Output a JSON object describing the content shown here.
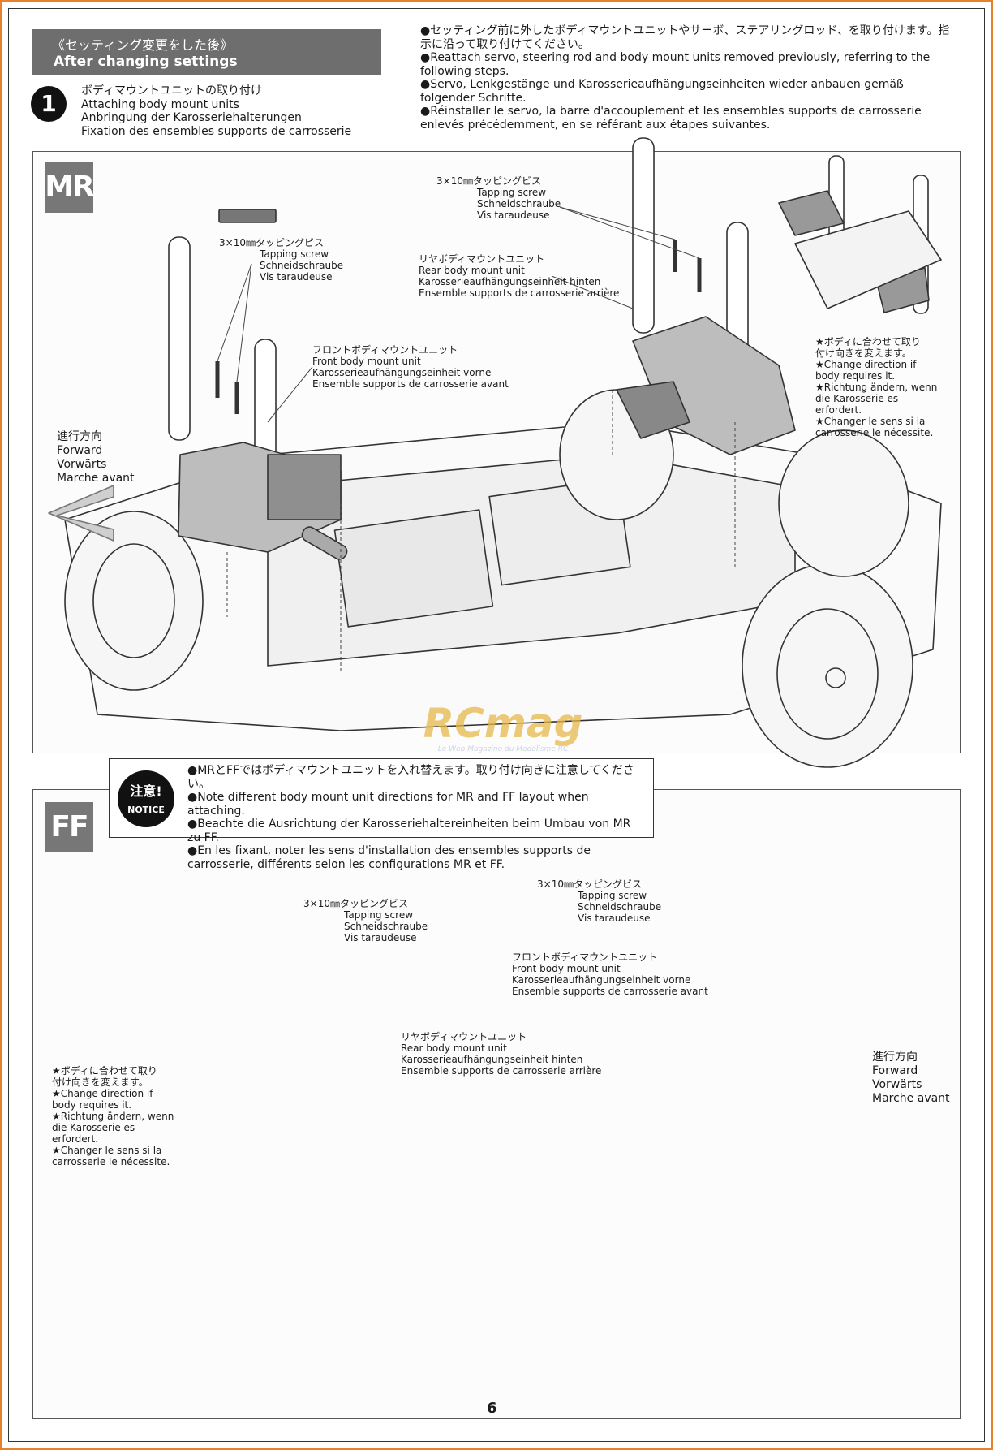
{
  "header": {
    "title_jp": "《セッティング変更をした後》",
    "title_en": "After changing settings"
  },
  "top_note": [
    "●セッティング前に外したボディマウントユニットやサーボ、ステアリングロッド、を取り付けます。指示に沿って取り付けてください。",
    "●Reattach servo, steering rod and body mount units removed previously, referring to the following steps.",
    "●Servo, Lenkgestänge und Karosserieaufhängungseinheiten wieder anbauen gemäß folgender Schritte.",
    "●Réinstaller le servo, la barre d'accouplement et les ensembles supports de carrosserie enlevés précédemment, en se référant aux étapes suivantes."
  ],
  "step": {
    "number": "1",
    "lines": [
      "ボディマウントユニットの取り付け",
      "Attaching body mount units",
      "Anbringung der Karosseriehalterungen",
      "Fixation des ensembles supports de carrosserie"
    ]
  },
  "mr": {
    "tag": "MR",
    "screw_left": [
      "3×10㎜タッピングビス",
      "Tapping screw",
      "Schneidschraube",
      "Vis taraudeuse"
    ],
    "screw_right": [
      "3×10㎜タッピングビス",
      "Tapping screw",
      "Schneidschraube",
      "Vis taraudeuse"
    ],
    "rear_unit": [
      "リヤボディマウントユニット",
      "Rear body mount unit",
      "Karosserieaufhängungseinheit hinten",
      "Ensemble supports de carrosserie arrière"
    ],
    "front_unit": [
      "フロントボディマウントユニット",
      "Front body mount unit",
      "Karosserieaufhängungseinheit vorne",
      "Ensemble supports de carrosserie avant"
    ],
    "forward": [
      "進行方向",
      "Forward",
      "Vorwärts",
      "Marche avant"
    ],
    "change_note": [
      "★ボディに合わせて取り",
      "付け向きを変えます。",
      "★Change direction if",
      "body requires it.",
      "★Richtung ändern, wenn",
      "die Karosserie es erfordert.",
      "★Changer le sens si la",
      "carrosserie le nécessite."
    ]
  },
  "notice": {
    "badge_jp": "注意!",
    "badge_en": "NOTICE",
    "lines": [
      "●MRとFFではボディマウントユニットを入れ替えます。取り付け向きに注意してください。",
      "●Note different body mount unit directions for MR and FF layout when attaching.",
      "●Beachte die Ausrichtung der Karosseriehaltereinheiten beim Umbau von MR zu FF.",
      "●En les fixant, noter les sens d'installation des ensembles supports de carrosserie, différents selon les configurations MR et FF."
    ]
  },
  "ff": {
    "tag": "FF",
    "screw_left": [
      "3×10㎜タッピングビス",
      "Tapping screw",
      "Schneidschraube",
      "Vis taraudeuse"
    ],
    "screw_right": [
      "3×10㎜タッピングビス",
      "Tapping screw",
      "Schneidschraube",
      "Vis taraudeuse"
    ],
    "rear_unit": [
      "リヤボディマウントユニット",
      "Rear body mount unit",
      "Karosserieaufhängungseinheit hinten",
      "Ensemble supports de carrosserie arrière"
    ],
    "front_unit": [
      "フロントボディマウントユニット",
      "Front body mount unit",
      "Karosserieaufhängungseinheit vorne",
      "Ensemble supports de carrosserie avant"
    ],
    "forward": [
      "進行方向",
      "Forward",
      "Vorwärts",
      "Marche avant"
    ],
    "change_note": [
      "★ボディに合わせて取り",
      "付け向きを変えます。",
      "★Change direction if",
      "body requires it.",
      "★Richtung ändern, wenn",
      "die Karosserie es erfordert.",
      "★Changer le sens si la",
      "carrosserie le nécessite."
    ]
  },
  "watermark": {
    "brand": "RCmag",
    "tagline": "Le Web Magazine du Modélisme RC"
  },
  "page_number": "6"
}
